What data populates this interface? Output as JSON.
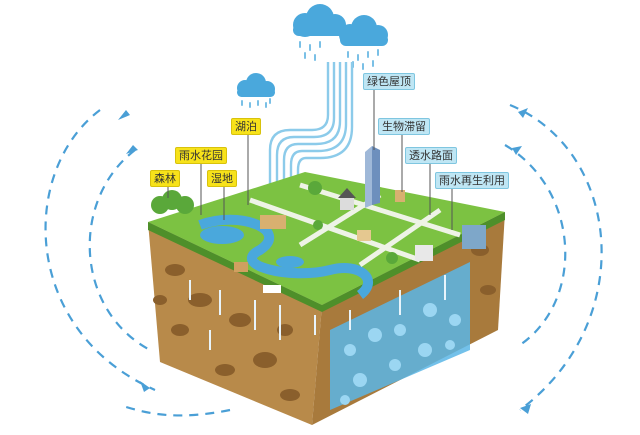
{
  "labels": {
    "lake": "湖泊",
    "rain_garden": "雨水花园",
    "forest": "森林",
    "wetland": "湿地",
    "green_roof": "绿色屋顶",
    "bioretention": "生物滞留",
    "permeable_pavement": "透水路面",
    "rainwater_reuse": "雨水再生利用"
  },
  "colors": {
    "grass": "#7cc242",
    "soil": "#b88a4a",
    "water": "#4aa8dc",
    "yellow_label": "#f7e21a",
    "blue_label": "#bfe6f4",
    "arrow": "#4a9fd6"
  }
}
